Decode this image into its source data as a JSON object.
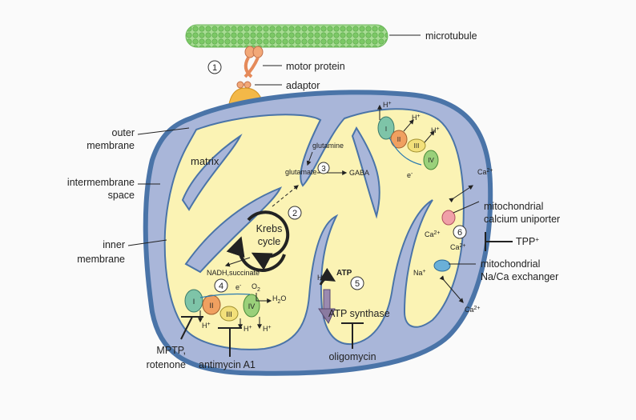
{
  "labels": {
    "microtubule": "microtubule",
    "motor_protein": "motor protein",
    "adaptor": "adaptor",
    "outer_membrane_1": "outer",
    "outer_membrane_2": "membrane",
    "intermembrane_1": "intermembrane",
    "intermembrane_2": "space",
    "inner_membrane_1": "inner",
    "inner_membrane_2": "membrane",
    "matrix": "matrix",
    "krebs_1": "Krebs",
    "krebs_2": "cycle",
    "glutamine": "glutamine",
    "glutamate": "glutamate",
    "gaba": "GABA",
    "nadh": "NADH,succinate",
    "atp": "ATP",
    "atp_synthase": "ATP synthase",
    "oligomycin": "oligomycin",
    "mptp_1": "MPTP,",
    "mptp_2": "rotenone",
    "antimycin": "antimycin A1",
    "uniporter_1": "mitochondrial",
    "uniporter_2": "calcium uniporter",
    "exchanger_1": "mitochondrial",
    "exchanger_2": "Na/Ca exchanger",
    "tpp": "TPP",
    "tpp_sup": "+",
    "h_plus": "H",
    "plus": "+",
    "e_minus": "e",
    "minus": "-",
    "o2": "O",
    "o2_sub": "2",
    "h2o_h": "H",
    "h2o_2": "2",
    "h2o_o": "O",
    "ca": "Ca",
    "ca_sup": "2+",
    "na": "Na",
    "na_sup": "+"
  },
  "complexes": [
    "I",
    "II",
    "III",
    "IV"
  ],
  "step_numbers": [
    "1",
    "2",
    "3",
    "4",
    "5",
    "6"
  ],
  "colors": {
    "outer_membrane": "#4a74a8",
    "intermembrane": "#a9b6d9",
    "matrix": "#fbf3b4",
    "microtubule": "#8fd17a",
    "motor": "#f0a070",
    "adaptor": "#f2b840",
    "complex_I": "#7ec4a8",
    "complex_II": "#f0a060",
    "complex_III": "#f3e07a",
    "complex_IV": "#9ad07a"
  }
}
